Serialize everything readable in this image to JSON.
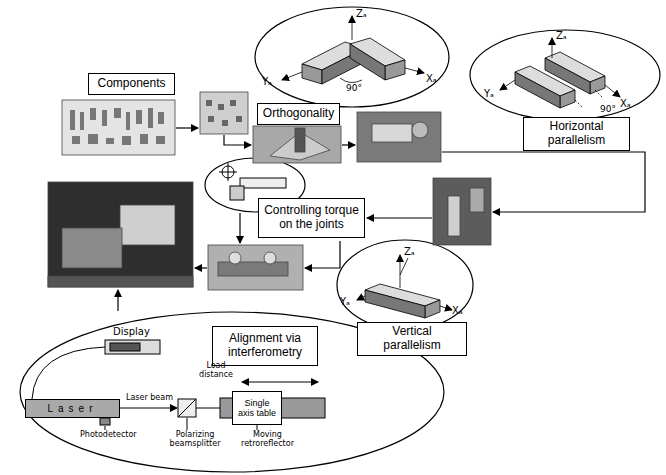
{
  "diagram": {
    "nodes": [
      {
        "text": [
          "Components"
        ]
      },
      {
        "text": [
          "Orthogonality"
        ]
      },
      {
        "text": [
          "Horizontal parallelism"
        ]
      },
      {
        "text": [
          "Controlling torque on the joints"
        ]
      },
      {
        "text": [
          "Vertical parallelism"
        ]
      },
      {
        "text": [
          "Alignment via interferometry"
        ]
      },
      {
        "text": [
          "Laser"
        ]
      },
      {
        "text": [
          "Single axis table"
        ]
      }
    ],
    "labels": [
      "Zₐ",
      "Yₐ",
      "Xₐ",
      "90°",
      "Zₐ",
      "Yₐ",
      "Xₐ",
      "90°",
      "Zₐ",
      "Yₐ",
      "Xₐ",
      "Display",
      "Laser beam",
      "Load distance",
      "Photodetector",
      "Polarizing beamsplitter",
      "Moving retroreflector"
    ]
  }
}
